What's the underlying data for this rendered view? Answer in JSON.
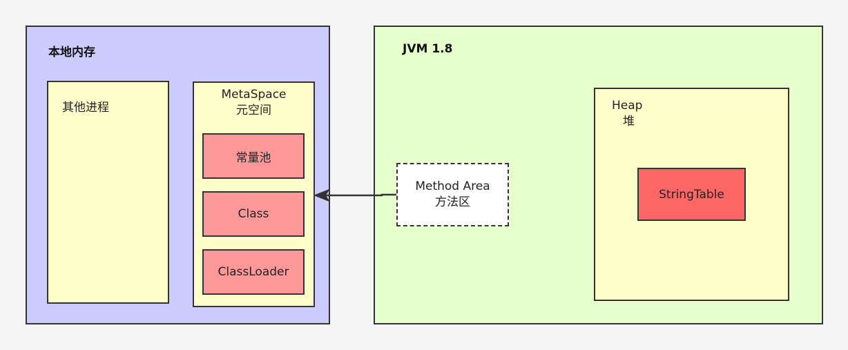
{
  "native_memory": {
    "title": "本地内存",
    "other_processes": "其他进程",
    "metaspace": {
      "title": "MetaSpace",
      "subtitle": "元空间",
      "items": [
        "常量池",
        "Class",
        "ClassLoader"
      ]
    }
  },
  "jvm": {
    "title": "JVM 1.8",
    "method_area": {
      "title": "Method Area",
      "subtitle": "方法区"
    },
    "heap": {
      "title": "Heap",
      "subtitle": "堆",
      "string_table": "StringTable"
    }
  },
  "colors": {
    "native_bg": "#ccccff",
    "jvm_bg": "#e6ffcc",
    "container_bg": "#ffffcc",
    "item_bg": "#ff9999",
    "stringtable_bg": "#ff6666"
  }
}
